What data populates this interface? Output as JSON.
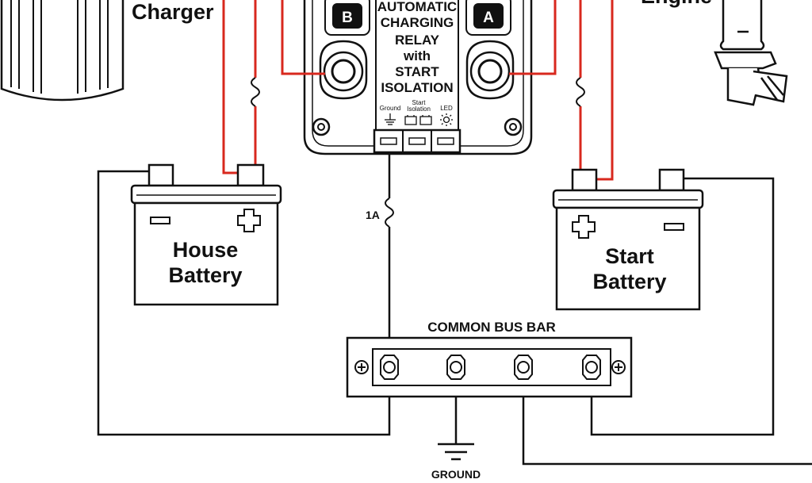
{
  "labels": {
    "charger": "Charger",
    "engine": "Engine",
    "relay_line1": "AUTOMATIC",
    "relay_line2": "CHARGING",
    "relay_line3": "RELAY",
    "relay_line4": "with",
    "relay_line5": "START",
    "relay_line6": "ISOLATION",
    "terminal_b": "B",
    "terminal_a": "A",
    "ground_small": "Ground",
    "start_isolation_1": "Start",
    "start_isolation_2": "Isolation",
    "led": "LED",
    "fuse_rating": "1A",
    "house_battery_1": "House",
    "house_battery_2": "Battery",
    "start_battery_1": "Start",
    "start_battery_2": "Battery",
    "bus_bar": "COMMON BUS BAR",
    "ground": "GROUND"
  },
  "colors": {
    "positive_wire": "#d8281e",
    "negative_wire": "#111111"
  }
}
